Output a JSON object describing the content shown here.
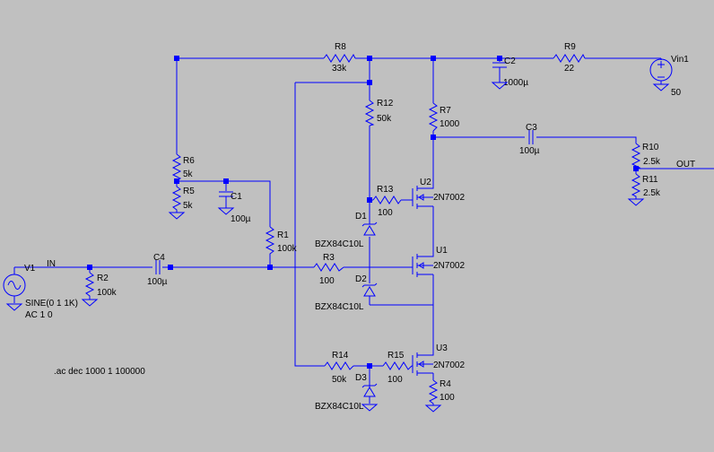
{
  "colors": {
    "background": "#c0c0c0",
    "wire": "#0000ff",
    "text": "#000000"
  },
  "nets": {
    "in": "IN",
    "out": "OUT"
  },
  "sources": {
    "v1": {
      "name": "V1",
      "value1": "SINE(0 1 1K)",
      "value2": "AC 1 0"
    },
    "vin1": {
      "name": "Vin1",
      "value": "50"
    }
  },
  "resistors": {
    "r1": {
      "name": "R1",
      "value": "100k"
    },
    "r2": {
      "name": "R2",
      "value": "100k"
    },
    "r3": {
      "name": "R3",
      "value": "100"
    },
    "r4": {
      "name": "R4",
      "value": "100"
    },
    "r5": {
      "name": "R5",
      "value": "5k"
    },
    "r6": {
      "name": "R6",
      "value": "5k"
    },
    "r7": {
      "name": "R7",
      "value": "1000"
    },
    "r8": {
      "name": "R8",
      "value": "33k"
    },
    "r9": {
      "name": "R9",
      "value": "22"
    },
    "r10": {
      "name": "R10",
      "value": "2.5k"
    },
    "r11": {
      "name": "R11",
      "value": "2.5k"
    },
    "r12": {
      "name": "R12",
      "value": "50k"
    },
    "r13": {
      "name": "R13",
      "value": "100"
    },
    "r14": {
      "name": "R14",
      "value": "50k"
    },
    "r15": {
      "name": "R15",
      "value": "100"
    }
  },
  "capacitors": {
    "c1": {
      "name": "C1",
      "value": "100µ"
    },
    "c2": {
      "name": "C2",
      "value": "1000µ"
    },
    "c3": {
      "name": "C3",
      "value": "100µ"
    },
    "c4": {
      "name": "C4",
      "value": "100µ"
    }
  },
  "diodes": {
    "d1": {
      "name": "D1",
      "value": "BZX84C10L"
    },
    "d2": {
      "name": "D2",
      "value": "BZX84C10L"
    },
    "d3": {
      "name": "D3",
      "value": "BZX84C10L"
    }
  },
  "transistors": {
    "u1": {
      "name": "U1",
      "value": "2N7002"
    },
    "u2": {
      "name": "U2",
      "value": "2N7002"
    },
    "u3": {
      "name": "U3",
      "value": "2N7002"
    }
  },
  "directive": ".ac dec 1000 1 100000"
}
